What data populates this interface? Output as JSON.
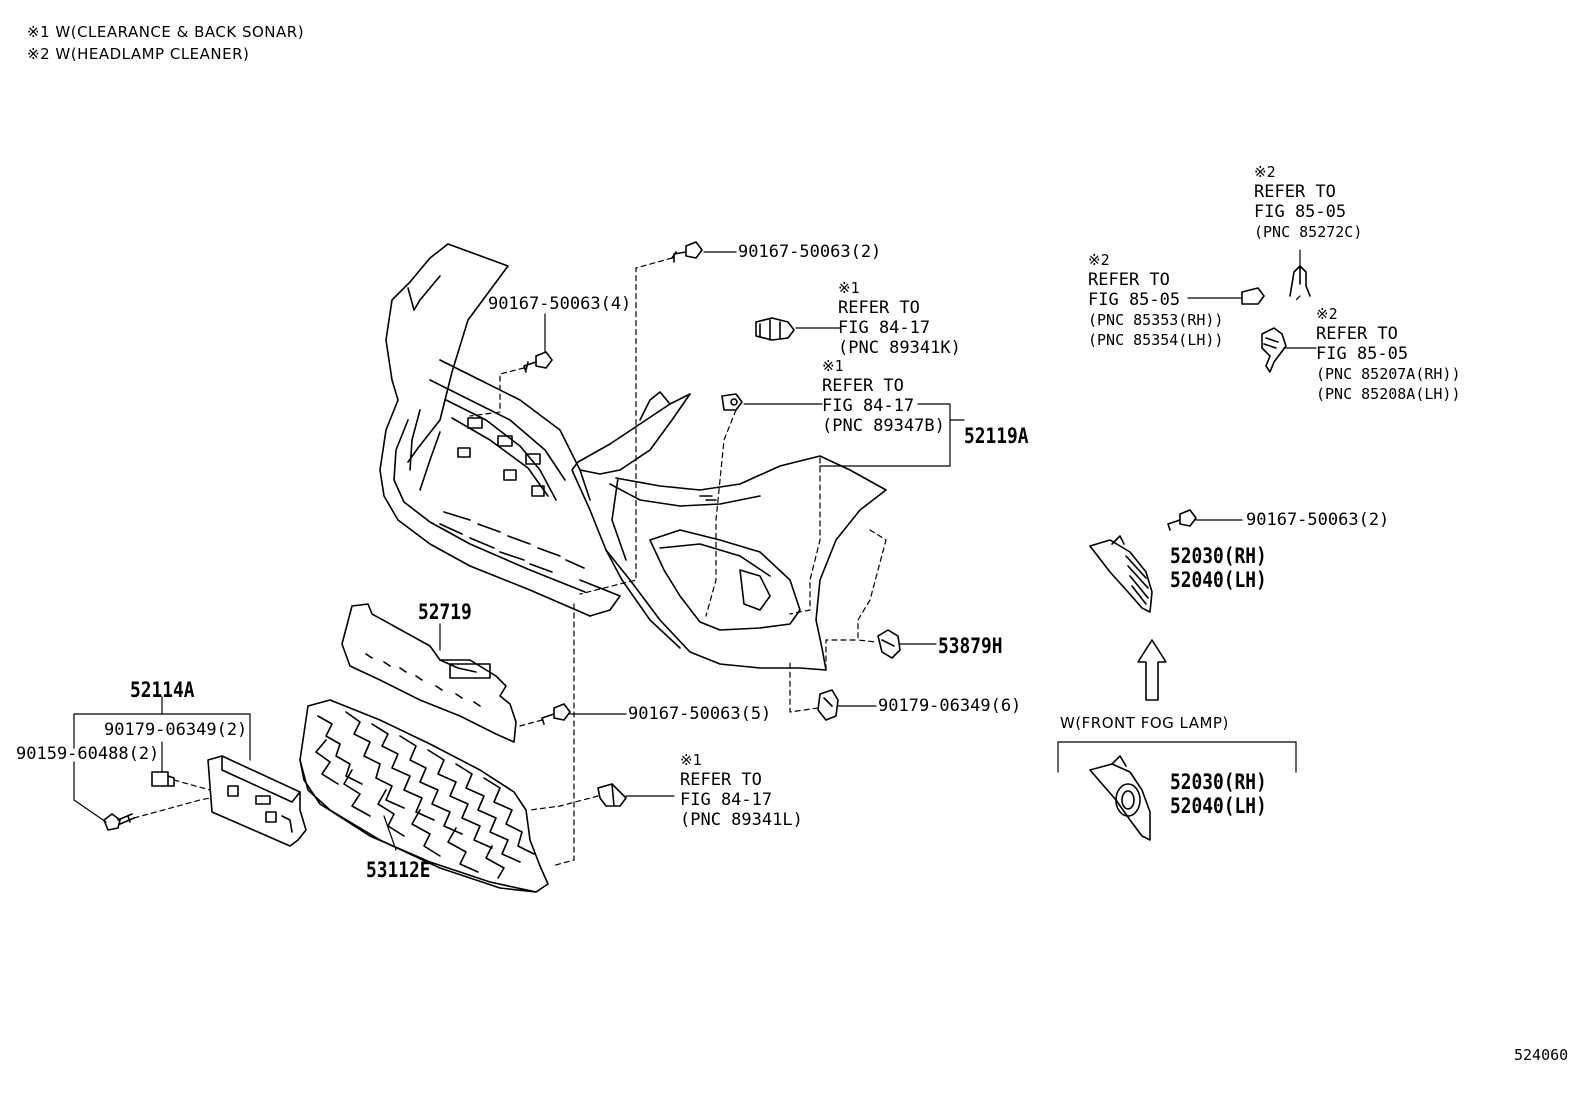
{
  "notes": [
    "※1 W(CLEARANCE & BACK SONAR)",
    "※2 W(HEADLAMP CLEANER)"
  ],
  "refs": {
    "r1": {
      "mark": "※1",
      "line1": "REFER TO",
      "line2": "FIG 84-17",
      "pnc": "(PNC 89341K)"
    },
    "r2": {
      "mark": "※1",
      "line1": "REFER TO",
      "line2": "FIG 84-17",
      "pnc": "(PNC 89347B)"
    },
    "r3": {
      "mark": "※1",
      "line1": "REFER TO",
      "line2": "FIG 84-17",
      "pnc": "(PNC 89341L)"
    },
    "r4": {
      "mark": "※2",
      "line1": "REFER TO",
      "line2": "FIG 85-05",
      "pnc": "(PNC 85272C)"
    },
    "r5": {
      "mark": "※2",
      "line1": "REFER TO",
      "line2": "FIG 85-05",
      "pnc1": "(PNC 85353(RH))",
      "pnc2": "(PNC 85354(LH))"
    },
    "r6": {
      "mark": "※2",
      "line1": "REFER TO",
      "line2": "FIG 85-05",
      "pnc1": "(PNC 85207A(RH))",
      "pnc2": "(PNC 85208A(LH))"
    }
  },
  "parts": {
    "bolt_top": "90167-50063(2)",
    "bolt_left": "90167-50063(4)",
    "bolt_mid": "90167-50063(5)",
    "bolt_right": "90167-50063(2)",
    "clip_right": "90179-06349(6)",
    "clip_left": "90179-06349(2)",
    "screw_left": "90159-60488(2)",
    "bumper_cover": "52119A",
    "bracket": "53879H",
    "grille_support": "52719",
    "license_bracket": "52114A",
    "grille": "53112E",
    "fog_cover_rh": "52030(RH)",
    "fog_cover_lh": "52040(LH)",
    "fog_cover_rh_2": "52030(RH)",
    "fog_cover_lh_2": "52040(LH)"
  },
  "fog_lamp_label": "W(FRONT FOG LAMP)",
  "figure_number": "524060"
}
